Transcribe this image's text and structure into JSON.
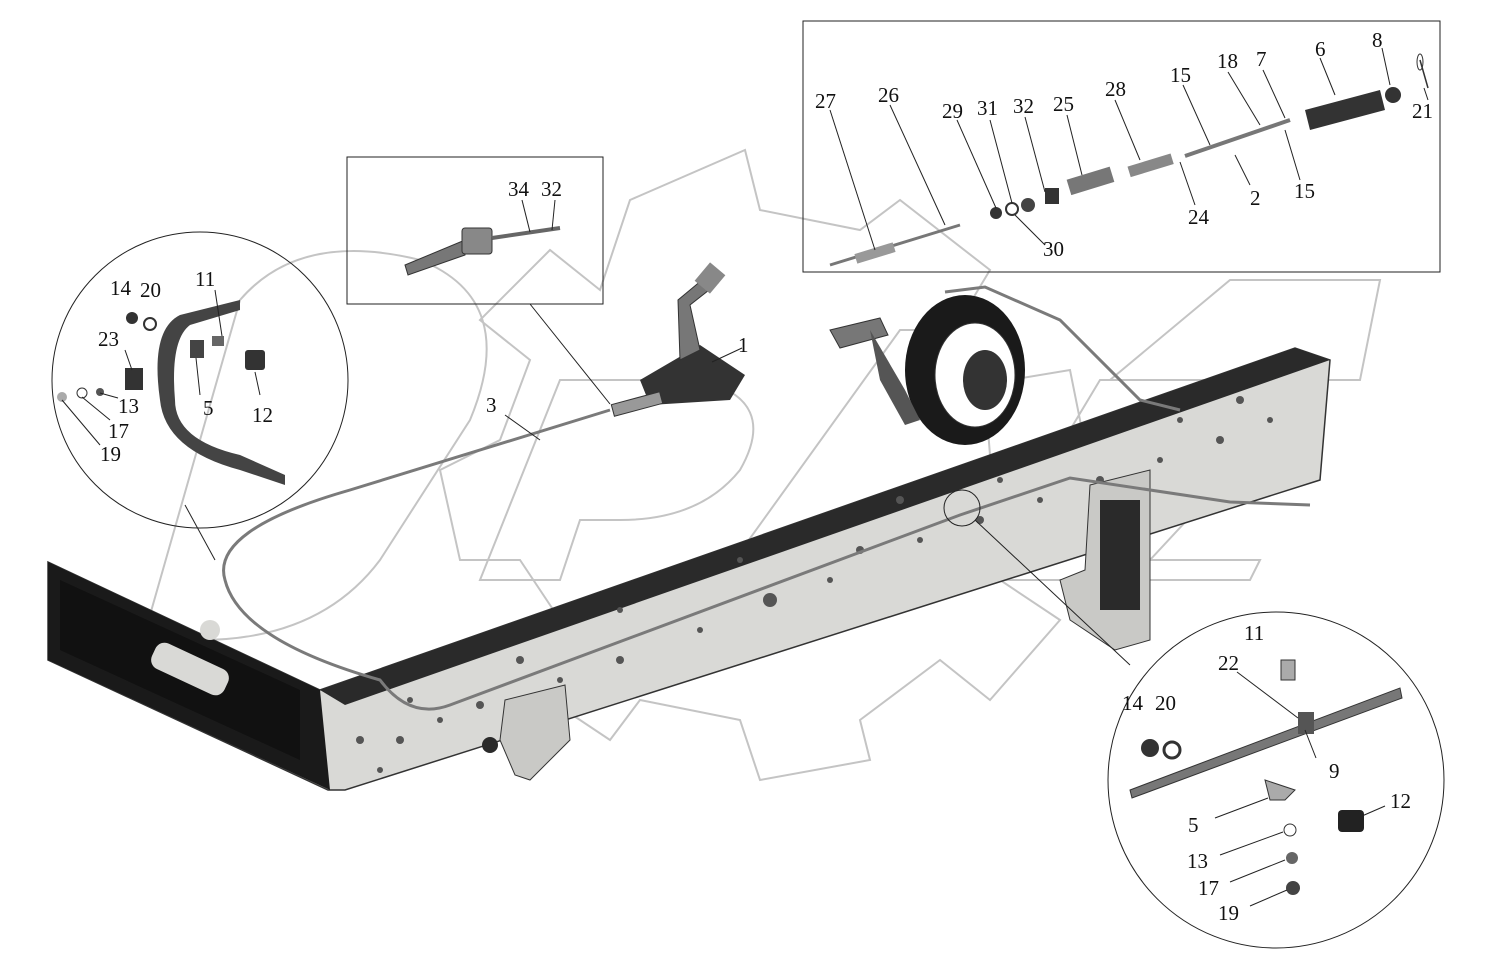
{
  "watermark": {
    "text": "OPAZ",
    "color": "#bdbdbd"
  },
  "colors": {
    "frame": "#d9d9d6",
    "frame_dark": "#1a1a1a",
    "metal": "#8e8e8e",
    "ink": "#111111"
  },
  "labels": {
    "top": [
      "27",
      "26",
      "29",
      "31",
      "32",
      "25",
      "28",
      "15",
      "18",
      "7",
      "6",
      "8",
      "21",
      "2",
      "15",
      "24",
      "30"
    ],
    "mid": [
      "34",
      "32"
    ],
    "left": [
      "14",
      "20",
      "11",
      "23",
      "5",
      "12",
      "13",
      "17",
      "19"
    ],
    "main": [
      "1",
      "3"
    ],
    "right": [
      "11",
      "22",
      "14",
      "20",
      "9",
      "5",
      "12",
      "13",
      "17",
      "19"
    ]
  }
}
